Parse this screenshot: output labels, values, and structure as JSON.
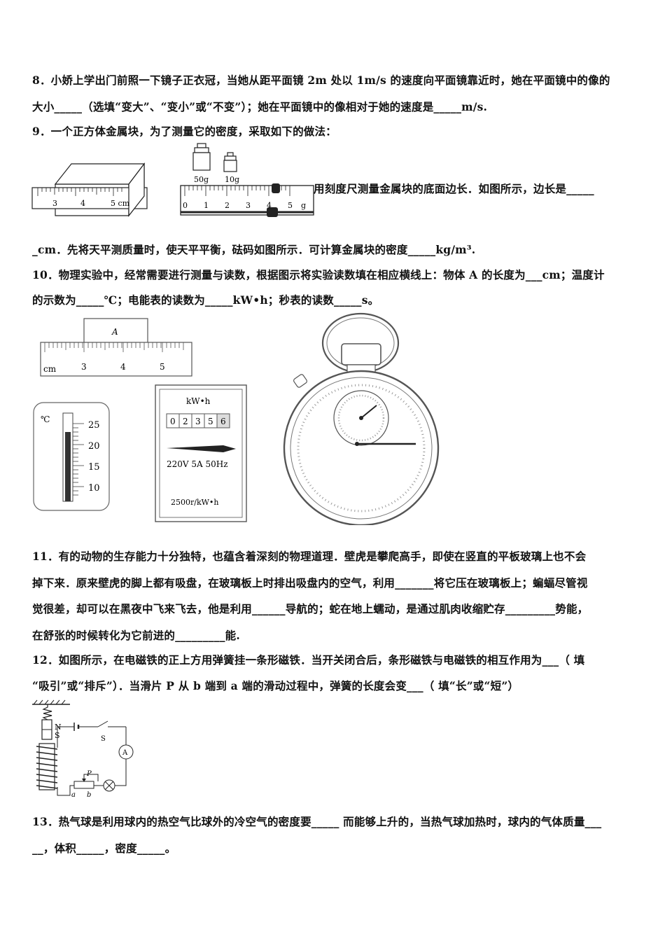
{
  "q8": {
    "line1": "8．小娇上学出门前照一下镜子正衣冠，当她从距平面镜 2m 处以 1m/s 的速度向平面镜靠近时，她在平面镜中的像的",
    "line2": "大小_____（选填“变大”、“变小”或“不变”）；她在平面镜中的像相对于她的速度是_____m/s."
  },
  "q9": {
    "line1": "9．一个正方体金属块，为了测量它的密度，采取如下的做法：",
    "inline": "用刻度尺测量金属块的底面边长．如图所示，边长是_____",
    "line3": "_cm．先将天平测质量时，使天平平衡，砝码如图所示．可计算金属块的密度_____kg/m³.",
    "ruler_labels": [
      "3",
      "4",
      "5 cm"
    ],
    "weights": [
      "50g",
      "10g"
    ],
    "scale_labels": [
      "0",
      "1",
      "2",
      "3",
      "4",
      "5",
      "g"
    ]
  },
  "q10": {
    "line1": "10．物理实验中，经常需要进行测量与读数，根据图示将实验读数填在相应横线上：物体 A 的长度为___cm；温度计",
    "line2": "的示数为_____℃；电能表的读数为_____kW•h；秒表的读数_____s。",
    "object_label": "A",
    "ruler_labels": [
      "cm",
      "3",
      "4",
      "5"
    ],
    "thermo_unit": "℃",
    "thermo_labels": [
      "25",
      "20",
      "15",
      "10"
    ],
    "meter_unit": "kW•h",
    "meter_digits": [
      "0",
      "2",
      "3",
      "5",
      "6"
    ],
    "meter_spec": "220V  5A  50Hz",
    "meter_rev": "2500r/kW•h"
  },
  "q11": {
    "line1": "11．有的动物的生存能力十分独特，也蕴含着深刻的物理道理．壁虎是攀爬高手，即使在竖直的平板玻璃上也不会",
    "line2": "掉下来．原来壁虎的脚上都有吸盘，在玻璃板上时排出吸盘内的空气，利用_______将它压在玻璃板上；蝙蝠尽管视",
    "line3": "觉很差，却可以在黑夜中飞来飞去，他是利用______导航的；蛇在地上蠕动，是通过肌肉收缩贮存_________势能，",
    "line4": "在舒张的时候转化为它前进的_________能."
  },
  "q12": {
    "line1": "12．如图所示，在电磁铁的正上方用弹簧挂一条形磁铁．当开关闭合后，条形磁铁与电磁铁的相互作用为___（ 填",
    "line2": "“吸引”或“排斥”）．当滑片 P 从 b 端到 a 端的滑动过程中，弹簧的长度会变___（ 填“长”或“短”）",
    "labels": {
      "n": "N",
      "s": "S",
      "switch": "S",
      "ammeter": "A",
      "p": "P",
      "a": "a",
      "b": "b"
    }
  },
  "q13": {
    "line1": "13．热气球是利用球内的热空气比球外的冷空气的密度要_____ 而能够上升的，当热气球加热时，球内的气体质量___",
    "line2": "__，体积_____，密度_____。"
  }
}
